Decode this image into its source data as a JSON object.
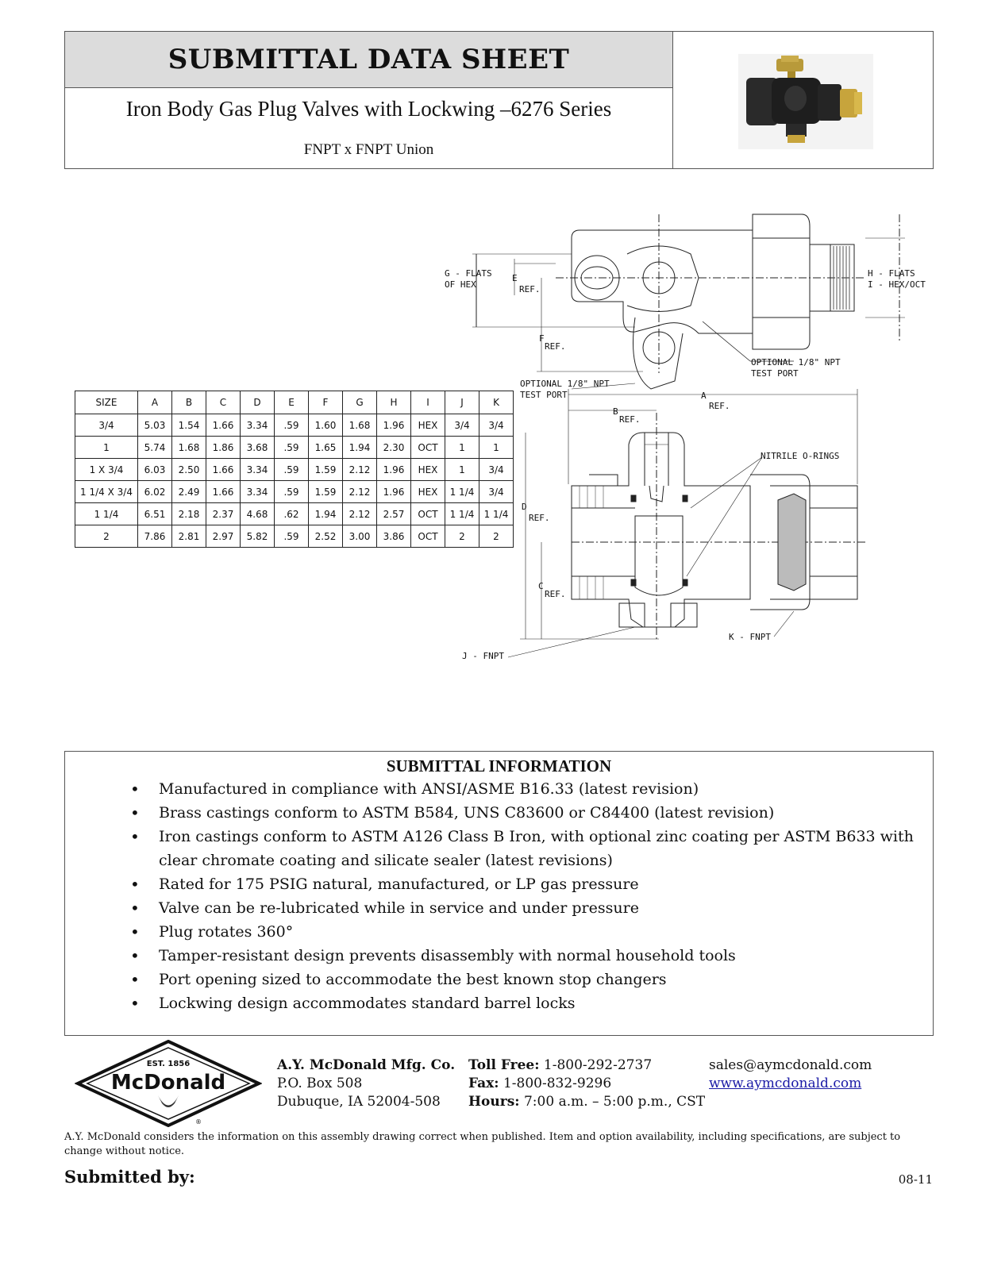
{
  "header": {
    "title": "SUBMITTAL DATA SHEET",
    "subtitle": "Iron Body Gas Plug Valves with Lockwing –6276 Series",
    "subtitle2": "FNPT x FNPT Union"
  },
  "dimension_table": {
    "columns": [
      "SIZE",
      "A",
      "B",
      "C",
      "D",
      "E",
      "F",
      "G",
      "H",
      "I",
      "J",
      "K"
    ],
    "rows": [
      [
        "3/4",
        "5.03",
        "1.54",
        "1.66",
        "3.34",
        ".59",
        "1.60",
        "1.68",
        "1.96",
        "HEX",
        "3/4",
        "3/4"
      ],
      [
        "1",
        "5.74",
        "1.68",
        "1.86",
        "3.68",
        ".59",
        "1.65",
        "1.94",
        "2.30",
        "OCT",
        "1",
        "1"
      ],
      [
        "1 X 3/4",
        "6.03",
        "2.50",
        "1.66",
        "3.34",
        ".59",
        "1.59",
        "2.12",
        "1.96",
        "HEX",
        "1",
        "3/4"
      ],
      [
        "1 1/4 X 3/4",
        "6.02",
        "2.49",
        "1.66",
        "3.34",
        ".59",
        "1.59",
        "2.12",
        "1.96",
        "HEX",
        "1 1/4",
        "3/4"
      ],
      [
        "1 1/4",
        "6.51",
        "2.18",
        "2.37",
        "4.68",
        ".62",
        "1.94",
        "2.12",
        "2.57",
        "OCT",
        "1 1/4",
        "1 1/4"
      ],
      [
        "2",
        "7.86",
        "2.81",
        "2.97",
        "5.82",
        ".59",
        "2.52",
        "3.00",
        "3.86",
        "OCT",
        "2",
        "2"
      ]
    ]
  },
  "drawing_labels": {
    "g_flats": "G - FLATS",
    "of_hex": "OF HEX",
    "e": "E",
    "ref": "REF.",
    "f": "F",
    "h_flats": "H - FLATS",
    "i_hex": "I - HEX/OCT",
    "optional_test_port_top_1": "OPTIONAL 1/8\" NPT",
    "optional_test_port_top_2": "TEST PORT",
    "optional_test_port_left_1": "OPTIONAL 1/8\" NPT",
    "optional_test_port_left_2": "TEST PORT",
    "a": "A",
    "b": "B",
    "nitrile": "NITRILE O-RINGS",
    "d": "D",
    "c": "C",
    "k_fnpt": "K - FNPT",
    "j_fnpt": "J - FNPT"
  },
  "info": {
    "heading": "SUBMITTAL INFORMATION",
    "items": [
      "Manufactured in compliance with ANSI/ASME B16.33 (latest revision)",
      "Brass castings conform to ASTM B584, UNS C83600 or C84400 (latest revision)",
      "Iron castings conform to ASTM A126 Class B Iron, with optional zinc coating per ASTM B633 with clear chromate coating and silicate sealer (latest revisions)",
      "Rated for 175 PSIG natural, manufactured, or LP gas pressure",
      "Valve can be re-lubricated while in service and under pressure",
      "Plug rotates 360°",
      "Tamper-resistant design prevents disassembly with normal household tools",
      "Port opening sized to accommodate the best known stop changers",
      "Lockwing design accommodates standard barrel locks"
    ]
  },
  "logo": {
    "est": "EST. 1856",
    "name": "McDonald",
    "reg": "®"
  },
  "company": {
    "name": "A.Y. McDonald Mfg. Co.",
    "po": "P.O. Box 508",
    "city": "Dubuque, IA 52004-508"
  },
  "contact": {
    "toll_label": "Toll Free:",
    "toll": "1-800-292-2737",
    "fax_label": "Fax:",
    "fax": "1-800-832-9296",
    "hours_label": "Hours:",
    "hours": "7:00 a.m. – 5:00 p.m., CST",
    "email": "sales@aymcdonald.com",
    "web": "www.aymcdonald.com"
  },
  "disclaimer": "A.Y. McDonald considers the information on this assembly drawing correct when published. Item and option availability, including specifications, are subject to change without notice.",
  "submitted_by": "Submitted by:",
  "revision": "08-11"
}
